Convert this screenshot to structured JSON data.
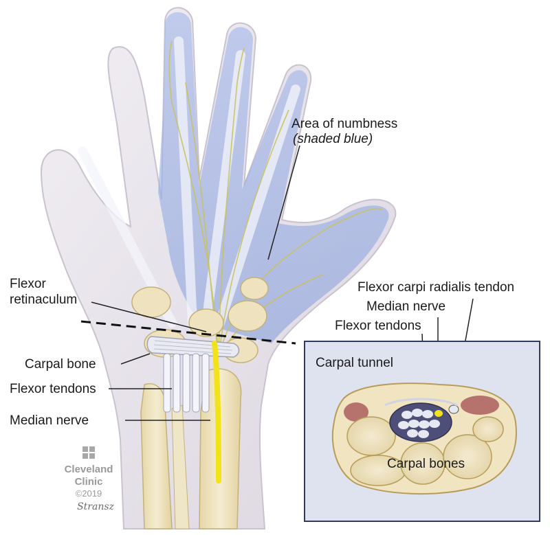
{
  "labels": {
    "area_numbness": "Area of numbness",
    "shaded_blue": "(shaded blue)",
    "flexor_retinaculum_line1": "Flexor",
    "flexor_retinaculum_line2": "retinaculum",
    "carpal_bone": "Carpal bone",
    "flexor_tendons_left": "Flexor tendons",
    "median_nerve_left": "Median nerve",
    "flexor_carpi_radialis": "Flexor carpi radialis tendon",
    "median_nerve_inset": "Median nerve",
    "flexor_tendons_inset": "Flexor tendons",
    "carpal_tunnel": "Carpal tunnel",
    "carpal_bones": "Carpal bones"
  },
  "logo": {
    "line1": "Cleveland",
    "line2": "Clinic",
    "copyright": "©2019",
    "signature": "Stransz"
  },
  "colors": {
    "skin": "#ece8ee",
    "numb_blue": "#9fb3e6",
    "bone": "#efe3bf",
    "tendon": "#f3f3f8",
    "nerve": "#f2e21a",
    "inset_border": "#2f3a5c",
    "inset_bg": "#dfe3f0",
    "muscle": "#b6736e"
  }
}
